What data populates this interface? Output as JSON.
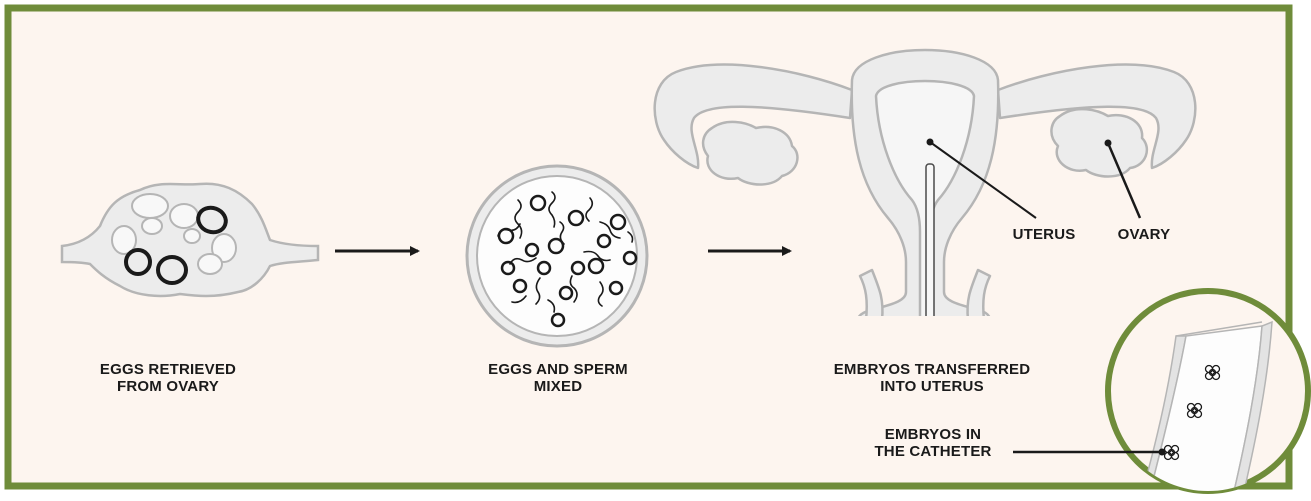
{
  "colors": {
    "frame_border": "#6f8c3a",
    "background": "#fdf5ef",
    "organ_fill": "#ececec",
    "organ_stroke": "#b5b5b5",
    "ink": "#1a1a1a"
  },
  "steps": [
    {
      "line1": "EGGS RETRIEVED",
      "line2": "FROM OVARY"
    },
    {
      "line1": "EGGS AND SPERM",
      "line2": "MIXED"
    },
    {
      "line1": "EMBRYOS TRANSFERRED",
      "line2": "INTO UTERUS"
    }
  ],
  "callouts": {
    "uterus": "UTERUS",
    "ovary": "OVARY",
    "catheter_line1": "EMBRYOS IN",
    "catheter_line2": "THE CATHETER"
  },
  "icons": [
    "ovary-egg-icon",
    "arrow-right-icon",
    "petri-dish-icon",
    "uterus-icon",
    "catheter-magnifier-icon",
    "embryo-icon"
  ]
}
